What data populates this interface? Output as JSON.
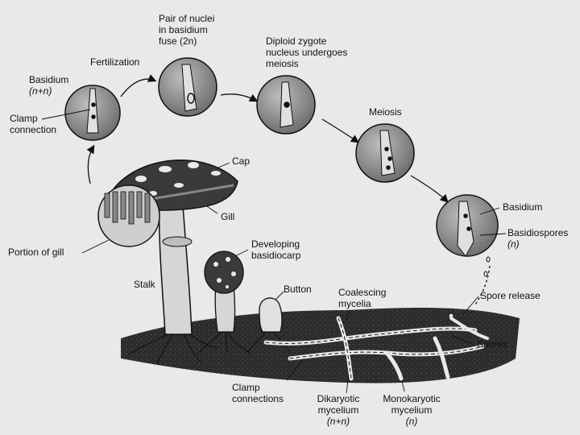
{
  "labels": {
    "basidium_top": [
      "Basidium",
      "(n+n)"
    ],
    "fertilization": "Fertilization",
    "pair_nuclei": [
      "Pair of nuclei",
      "in basidium",
      "fuse  (2n)"
    ],
    "diploid": [
      "Diploid zygote",
      "nucleus undergoes",
      "meiosis"
    ],
    "clamp_connection": [
      "Clamp",
      "connection"
    ],
    "meiosis": "Meiosis",
    "cap": "Cap",
    "gill": "Gill",
    "basidium_right": "Basidium",
    "basidiospores": [
      "Basidiospores",
      "(n)"
    ],
    "portion_of_gill": "Portion of gill",
    "developing_basidiocarp": [
      "Developing",
      "basidiocarp"
    ],
    "stalk": "Stalk",
    "button": "Button",
    "coalescing_mycelia": [
      "Coalescing",
      "mycelia"
    ],
    "spore_release": "Spore release",
    "spores": "Spores",
    "clamp_connections": [
      "Clamp",
      "connections"
    ],
    "dikaryotic": [
      "Dikaryotic",
      "mycelium",
      "(n+n)"
    ],
    "monokaryotic": [
      "Monokaryotic",
      "mycelium",
      "(n)"
    ]
  },
  "colors": {
    "ink": "#111111",
    "paper": "#e9e9e9",
    "circle_fill": "#8a8a8a",
    "soil": "#2a2a2a",
    "cap_fill": "#3a3a3a"
  }
}
